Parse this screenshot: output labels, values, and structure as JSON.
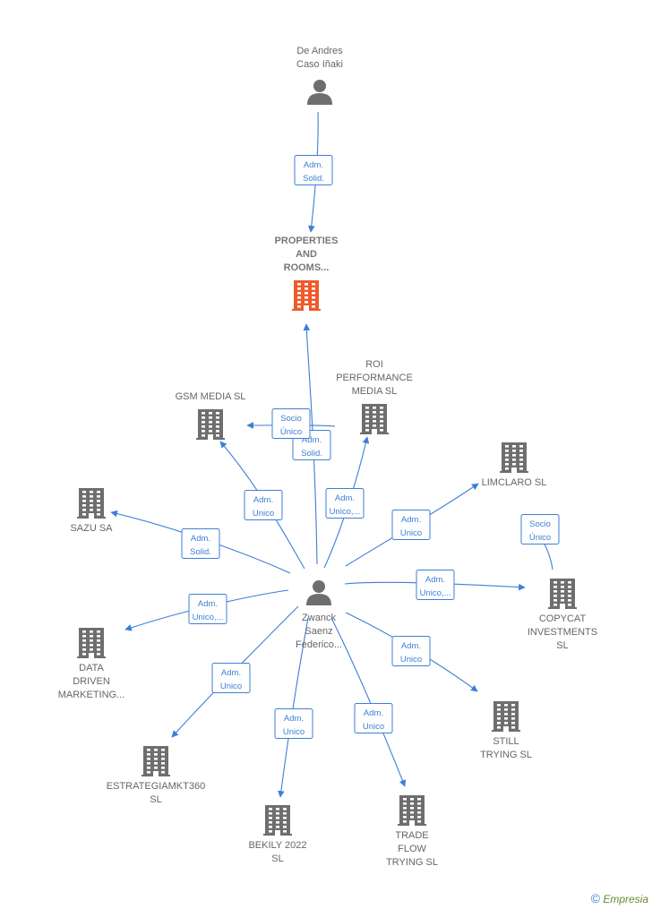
{
  "colors": {
    "edge": "#3d7fd6",
    "company": "#6e6e6e",
    "main_company": "#ef5a2a",
    "person": "#6e6e6e"
  },
  "nodes": [
    {
      "id": "de-andres",
      "type": "person",
      "label": [
        "De Andres",
        "Caso Iñaki"
      ]
    },
    {
      "id": "properties",
      "type": "main-company",
      "label": [
        "PROPERTIES",
        "AND",
        "ROOMS..."
      ]
    },
    {
      "id": "zwanck",
      "type": "person",
      "label": [
        "Zwanck",
        "Saenz",
        "Federico..."
      ]
    },
    {
      "id": "gsm",
      "type": "company",
      "label": [
        "GSM MEDIA  SL"
      ]
    },
    {
      "id": "roi",
      "type": "company",
      "label": [
        "ROI",
        "PERFORMANCE",
        "MEDIA  SL"
      ]
    },
    {
      "id": "sazu",
      "type": "company",
      "label": [
        "SAZU SA"
      ]
    },
    {
      "id": "limclaro",
      "type": "company",
      "label": [
        "LIMCLARO  SL"
      ]
    },
    {
      "id": "copycat",
      "type": "company",
      "label": [
        "COPYCAT",
        "INVESTMENTS",
        "SL"
      ]
    },
    {
      "id": "data-driven",
      "type": "company",
      "label": [
        "DATA",
        "DRIVEN",
        "MARKETING..."
      ]
    },
    {
      "id": "still",
      "type": "company",
      "label": [
        "STILL",
        "TRYING  SL"
      ]
    },
    {
      "id": "estrategia",
      "type": "company",
      "label": [
        "ESTRATEGIAMKT360",
        "SL"
      ]
    },
    {
      "id": "bekily",
      "type": "company",
      "label": [
        "BEKILY 2022",
        "SL"
      ]
    },
    {
      "id": "trade",
      "type": "company",
      "label": [
        "TRADE",
        "FLOW",
        "TRYING  SL"
      ]
    }
  ],
  "edges": [
    {
      "id": "e1",
      "from": "de-andres",
      "to": "properties",
      "label": [
        "Adm.",
        "Solid."
      ]
    },
    {
      "id": "e2",
      "from": "zwanck",
      "to": "properties",
      "label": [
        "Adm.",
        "Solid."
      ]
    },
    {
      "id": "e3",
      "from": "zwanck",
      "to": "gsm",
      "label": [
        "Adm.",
        "Unico"
      ]
    },
    {
      "id": "e4",
      "from": "roi",
      "to": "gsm",
      "label": [
        "Socio",
        "Único"
      ]
    },
    {
      "id": "e5",
      "from": "zwanck",
      "to": "roi",
      "label": [
        "Adm.",
        "Unico,..."
      ]
    },
    {
      "id": "e6",
      "from": "zwanck",
      "to": "sazu",
      "label": [
        "Adm.",
        "Solid."
      ]
    },
    {
      "id": "e7",
      "from": "zwanck",
      "to": "limclaro",
      "label": [
        "Adm.",
        "Unico"
      ]
    },
    {
      "id": "e8",
      "from": "copycat",
      "to": "limclaro",
      "label": [
        "Socio",
        "Único"
      ]
    },
    {
      "id": "e9",
      "from": "zwanck",
      "to": "copycat",
      "label": [
        "Adm.",
        "Unico,..."
      ]
    },
    {
      "id": "e10",
      "from": "zwanck",
      "to": "data-driven",
      "label": [
        "Adm.",
        "Unico,..."
      ]
    },
    {
      "id": "e11",
      "from": "zwanck",
      "to": "still",
      "label": [
        "Adm.",
        "Unico"
      ]
    },
    {
      "id": "e12",
      "from": "zwanck",
      "to": "estrategia",
      "label": [
        "Adm.",
        "Unico"
      ]
    },
    {
      "id": "e13",
      "from": "zwanck",
      "to": "bekily",
      "label": [
        "Adm.",
        "Unico"
      ]
    },
    {
      "id": "e14",
      "from": "zwanck",
      "to": "trade",
      "label": [
        "Adm.",
        "Unico"
      ]
    }
  ],
  "footer": {
    "copyright_symbol": "©",
    "brand": "Empresia"
  }
}
